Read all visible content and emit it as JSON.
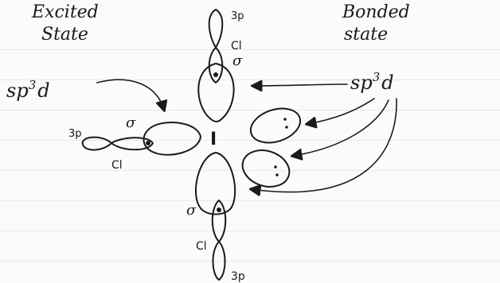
{
  "headings": {
    "excited_state": [
      "Excited",
      "State"
    ],
    "bonded_state": [
      "Bonded",
      "state"
    ]
  },
  "labels": {
    "hybrid_left": "sp",
    "hybrid_left_sup": "3",
    "hybrid_left_tail": "d",
    "hybrid_right": "sp",
    "hybrid_right_sup": "3",
    "hybrid_right_tail": "d",
    "central_atom": "I",
    "sigma": "σ",
    "chlorine": "Cl",
    "p_orbital": "3p"
  }
}
